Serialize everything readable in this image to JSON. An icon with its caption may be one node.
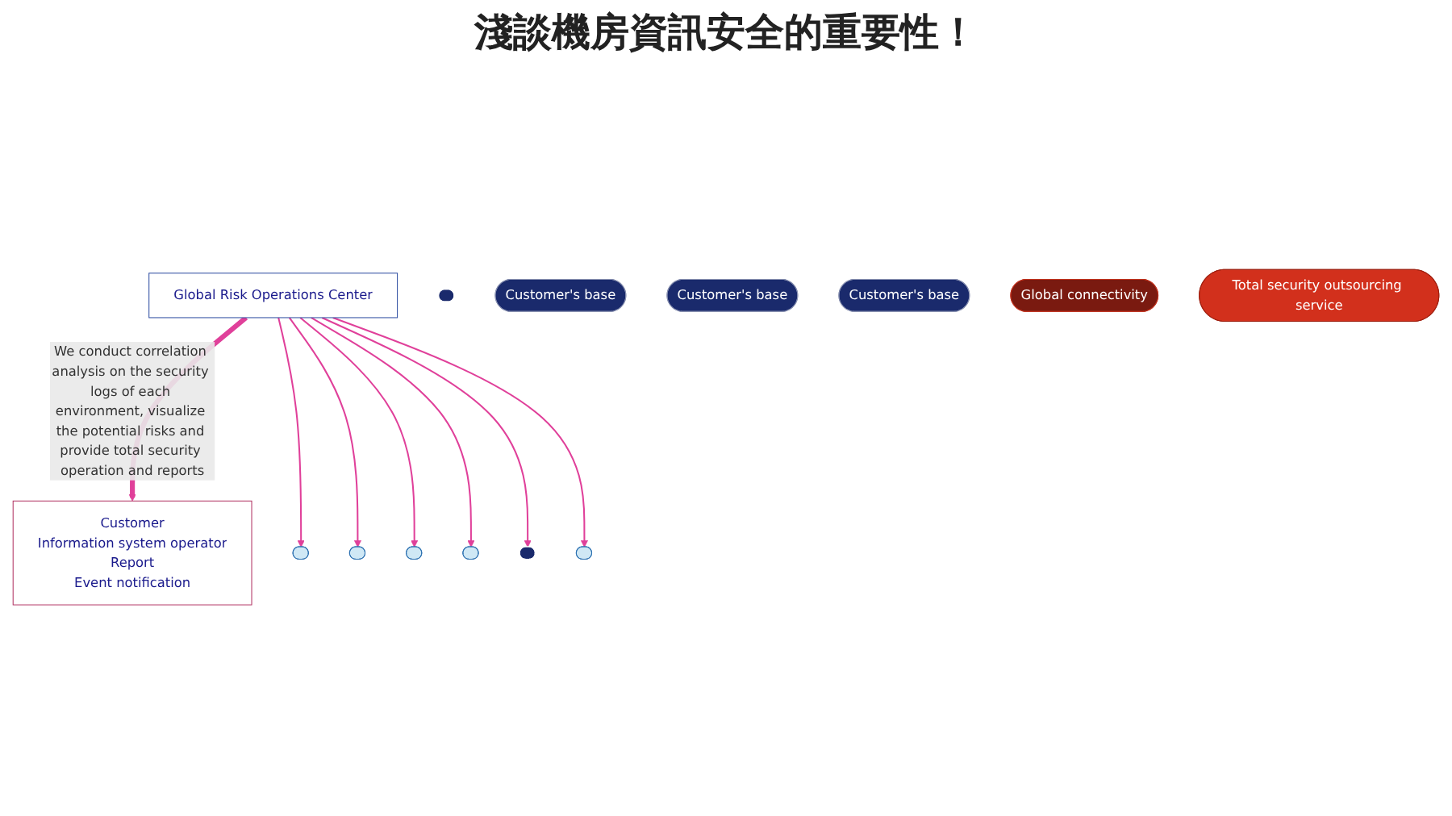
{
  "diagram": {
    "title": "淺談機房資訊安全的重要性！",
    "nodes": [
      {
        "text": [
          "Customer",
          "Information system operator",
          "Report",
          "Event notification"
        ]
      },
      {
        "text": [
          "Global Risk Operations Center"
        ]
      },
      {
        "text": [],
        "shape": "box"
      },
      {
        "text": [],
        "shape": "box"
      },
      {
        "text": [],
        "shape": "box"
      },
      {
        "text": [],
        "shape": "box"
      },
      {
        "text": [],
        "shape": "box"
      },
      {
        "text": [],
        "shape": "box"
      },
      {
        "text": [],
        "shape": "box"
      },
      {
        "text": [
          "Customer's base"
        ]
      },
      {
        "text": [
          "Customer's base"
        ]
      },
      {
        "text": [
          "Customer's base"
        ]
      },
      {
        "text": [
          "Global connectivity"
        ]
      },
      {
        "text": [
          "Total security outsourcing service"
        ]
      }
    ],
    "edges": [
      {
        "from": 1,
        "to": 0,
        "arrow": "to",
        "style": "thick",
        "label": "We conduct correlation analysis on the security logs of each environment, visualize the potential risks and provide total security operation and reports"
      },
      {
        "from": 1,
        "to": 4,
        "arrow": "to"
      },
      {
        "from": 1,
        "to": 5,
        "arrow": "to"
      },
      {
        "from": 1,
        "to": 6,
        "arrow": "to"
      },
      {
        "from": 1,
        "to": 7,
        "arrow": "to"
      },
      {
        "from": 1,
        "to": 3,
        "arrow": "to"
      },
      {
        "from": 1,
        "to": 8,
        "arrow": "to"
      }
    ]
  }
}
